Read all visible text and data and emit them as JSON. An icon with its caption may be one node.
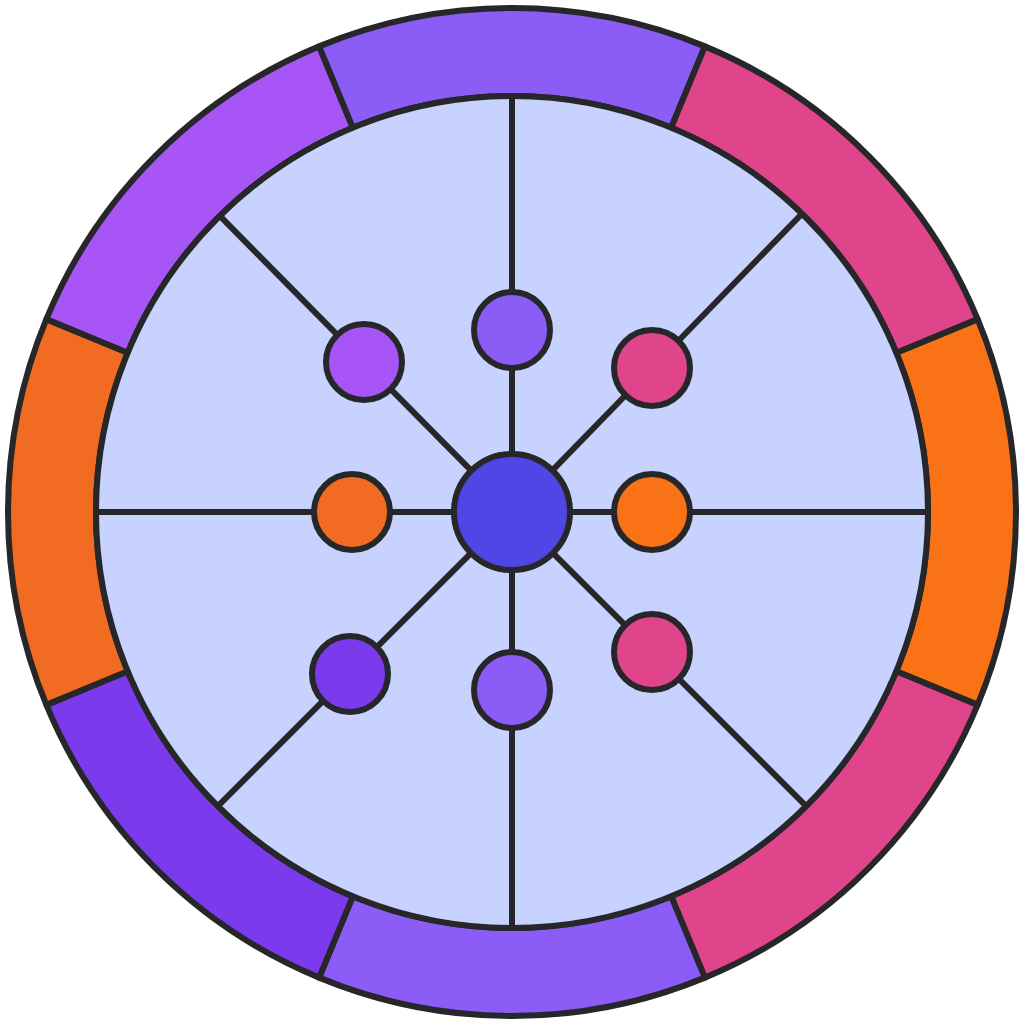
{
  "diagram": {
    "nodes": [
      {
        "text": [],
        "shape": "circle"
      },
      {
        "text": [],
        "shape": "circle",
        "in": 0
      },
      {
        "text": [],
        "shape": "circle",
        "in": 1
      },
      {
        "text": [],
        "shape": "circle",
        "in": 1
      },
      {
        "text": [],
        "shape": "circle",
        "in": 1
      },
      {
        "text": [],
        "shape": "circle",
        "in": 1
      },
      {
        "text": [],
        "shape": "circle",
        "in": 1
      },
      {
        "text": [],
        "shape": "circle",
        "in": 1
      },
      {
        "text": [],
        "shape": "circle",
        "in": 1
      },
      {
        "text": [],
        "shape": "circle",
        "in": 1
      },
      {
        "text": [],
        "shape": "circle",
        "in": 1
      }
    ],
    "edges": [
      {
        "from": 6,
        "to": 2,
        "arrow": "none"
      },
      {
        "from": 6,
        "to": 3,
        "arrow": "none"
      },
      {
        "from": 6,
        "to": 4,
        "arrow": "none"
      },
      {
        "from": 6,
        "to": 5,
        "arrow": "none"
      },
      {
        "from": 6,
        "to": 7,
        "arrow": "none"
      },
      {
        "from": 6,
        "to": 8,
        "arrow": "none"
      },
      {
        "from": 6,
        "to": 9,
        "arrow": "none"
      },
      {
        "from": 6,
        "to": 10,
        "arrow": "none"
      },
      {
        "from": 2,
        "to": 1,
        "arrow": "none"
      },
      {
        "from": 3,
        "to": 1,
        "arrow": "none"
      },
      {
        "from": 4,
        "to": 1,
        "arrow": "none"
      },
      {
        "from": 5,
        "to": 1,
        "arrow": "none"
      },
      {
        "from": 7,
        "to": 1,
        "arrow": "none"
      },
      {
        "from": 8,
        "to": 1,
        "arrow": "none"
      },
      {
        "from": 9,
        "to": 1,
        "arrow": "none"
      },
      {
        "from": 10,
        "to": 1,
        "arrow": "none"
      }
    ]
  }
}
